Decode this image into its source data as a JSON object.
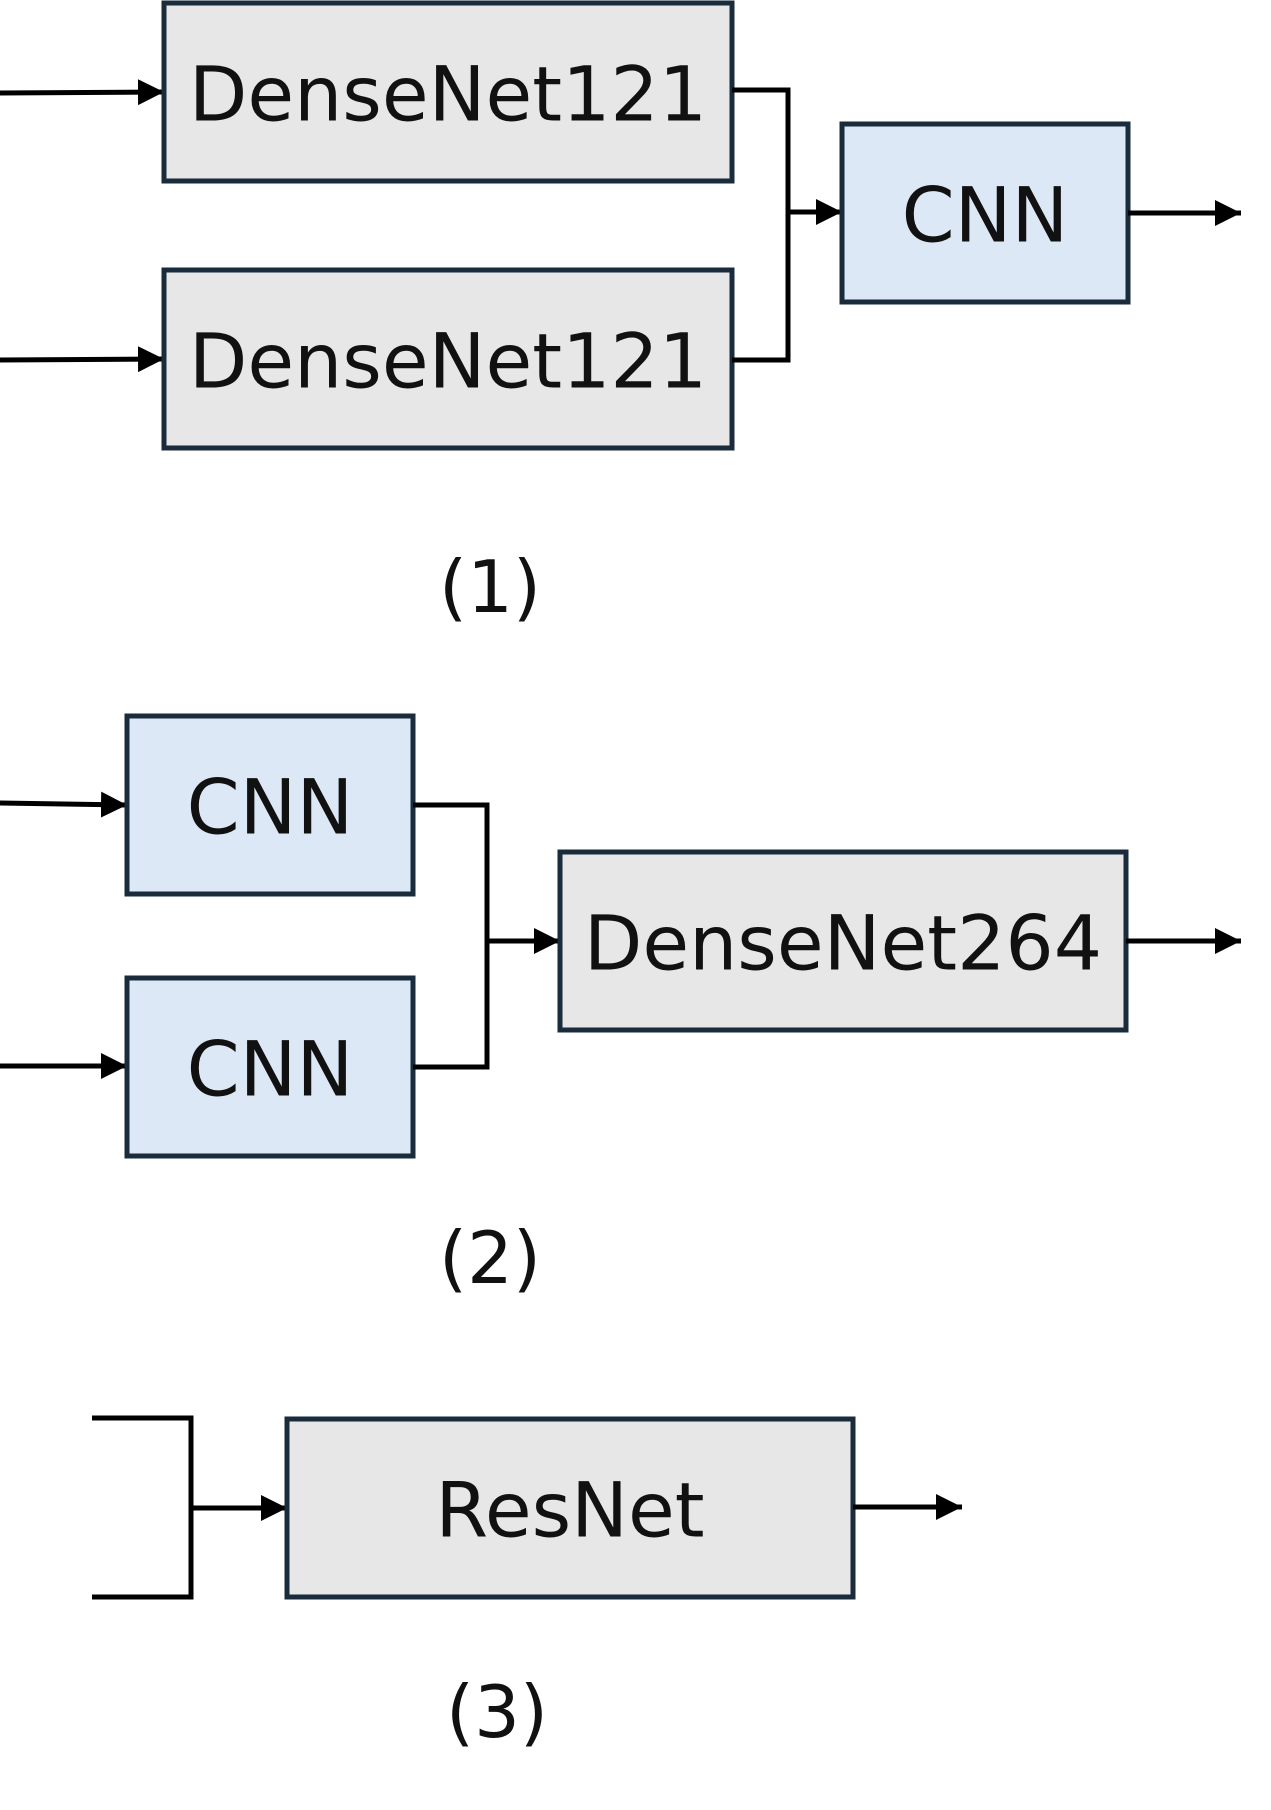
{
  "panel1": {
    "top_block": "DenseNet121",
    "bottom_block": "DenseNet121",
    "merge_block": "CNN",
    "caption": "(1)"
  },
  "panel2": {
    "top_block": "CNN",
    "bottom_block": "CNN",
    "merge_block": "DenseNet264",
    "caption": "(2)"
  },
  "panel3": {
    "block": "ResNet",
    "caption": "(3)"
  },
  "colors": {
    "gray_block_fill": "#e7e7e7",
    "blue_block_fill": "#dce8f5",
    "block_border": "#1a2b3c",
    "arrow": "#000000"
  }
}
